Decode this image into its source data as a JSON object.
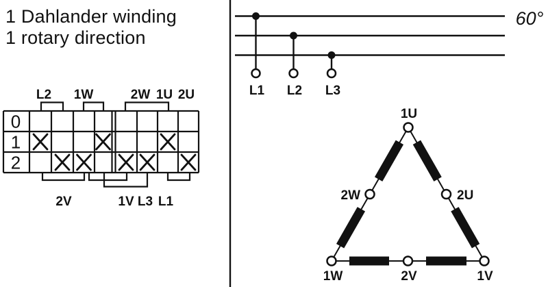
{
  "title": {
    "line1": "1 Dahlander winding",
    "line2": "1 rotary direction"
  },
  "colors": {
    "ink": "#111111",
    "background": "#ffffff"
  },
  "switch_table": {
    "row_labels": [
      "0",
      "1",
      "2"
    ],
    "contacts": 8,
    "mark_char": "X",
    "marks": [
      [
        0,
        0,
        0,
        0,
        0,
        0,
        0,
        0
      ],
      [
        1,
        0,
        0,
        1,
        0,
        0,
        1,
        0
      ],
      [
        0,
        1,
        1,
        0,
        1,
        1,
        0,
        1
      ]
    ],
    "top_terminals": [
      {
        "label": "L2",
        "contacts": [
          1,
          2
        ]
      },
      {
        "label": "1W",
        "contacts": [
          3,
          4
        ]
      },
      {
        "label": "2W",
        "contacts": [
          5,
          6,
          7
        ]
      },
      {
        "label": "1U",
        "contacts": [
          7
        ]
      },
      {
        "label": "2U",
        "contacts": [
          8
        ]
      }
    ],
    "bottom_terminals": [
      {
        "label": "2V",
        "contacts": [
          1,
          2,
          3
        ]
      },
      {
        "label": "1V",
        "contacts": [
          3,
          4,
          5
        ]
      },
      {
        "label": "L3",
        "contacts": [
          4,
          5,
          6
        ]
      },
      {
        "label": "L1",
        "contacts": [
          7,
          8
        ]
      }
    ]
  },
  "supply": {
    "angle_label": "60°",
    "lines": [
      {
        "label": "L1",
        "tap_bus": 1
      },
      {
        "label": "L2",
        "tap_bus": 2
      },
      {
        "label": "L3",
        "tap_bus": 3
      }
    ]
  },
  "winding_diagram": {
    "type": "delta",
    "terminals": {
      "apex": "1U",
      "left_mid": "2W",
      "right_mid": "2U",
      "bottom_left": "1W",
      "bottom_mid": "2V",
      "bottom_right": "1V"
    }
  }
}
